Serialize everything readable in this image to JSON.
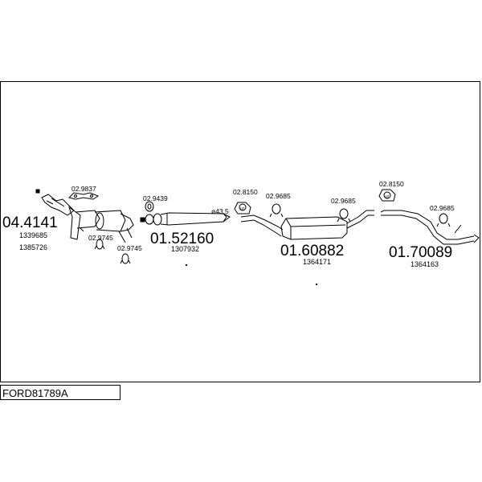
{
  "diagram_title": "FORD81789A",
  "parts": {
    "catalyst": {
      "number": "04.4141",
      "refs": [
        "1339685",
        "1385726"
      ]
    },
    "front_pipe": {
      "number": "01.52160",
      "ref": "1307932"
    },
    "middle_silencer": {
      "number": "01.60882",
      "ref": "1364171"
    },
    "rear_silencer": {
      "number": "01.70089",
      "ref": "1364163"
    }
  },
  "accessories": {
    "a1": "02.9837",
    "a2": "02.9745",
    "a3": "02.9745",
    "a4": "02.9439",
    "a5": "02.8150",
    "a6": "02.9685",
    "a7": "02.9685",
    "a8": "02.8150",
    "a9": "02.9685"
  },
  "diameter_note": "ø43,5"
}
